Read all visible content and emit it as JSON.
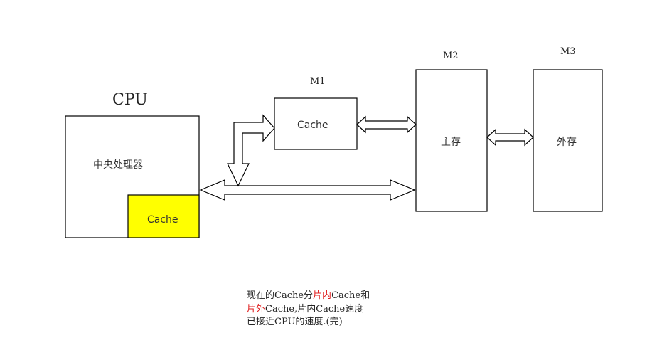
{
  "cpu": {
    "title": "CPU",
    "processor_label": "中央处理器",
    "cache_label": "Cache",
    "cache_color": "#ffff00"
  },
  "m1": {
    "title": "M1",
    "label": "Cache"
  },
  "m2": {
    "title": "M2",
    "label": "主存"
  },
  "m3": {
    "title": "M3",
    "label": "外存"
  },
  "caption": {
    "l1a": "现在的Cache分",
    "l1b": "片内",
    "l1c": "Cache和",
    "l2a": "片外",
    "l2b": "Cache,片内Cache速度",
    "l3": "已接近CPU的速度.(完)",
    "highlight_color": "#e02020"
  }
}
